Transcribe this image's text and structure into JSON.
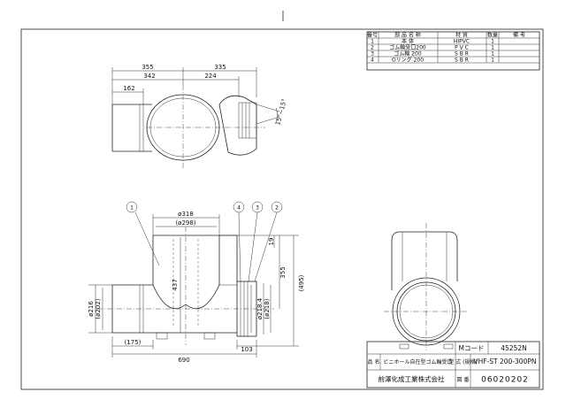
{
  "parts_table": {
    "headers": [
      "番号",
      "部 品 名 称",
      "材 質",
      "数量",
      "備 考"
    ],
    "rows": [
      [
        "1",
        "本 体",
        "HIPVC",
        "1",
        ""
      ],
      [
        "2",
        "ゴム輪受口200",
        "P V C",
        "1",
        ""
      ],
      [
        "3",
        "ゴム輪 200",
        "S B R",
        "1",
        ""
      ],
      [
        "4",
        "Oリング 200",
        "S B R",
        "1",
        ""
      ]
    ]
  },
  "dims_top": {
    "d355": "355",
    "d335": "335",
    "d342": "342",
    "d224": "224",
    "d162": "162",
    "angle": "15°~15°"
  },
  "dims_front": {
    "d318": "ø318",
    "d298": "(ø298)",
    "d437": "437",
    "d19": "19",
    "d355": "355",
    "d495": "(495)",
    "d216": "ø216",
    "d202": "(ø202)",
    "d2184": "ø218.4",
    "d218": "(ø218)",
    "d175": "(175)",
    "d690": "690",
    "d103": "103"
  },
  "balloons": [
    "1",
    "4",
    "3",
    "2"
  ],
  "title_block": {
    "code_label": "Mコード",
    "code_value": "45252N",
    "name_label": "品 名",
    "name_value": "ビニホール自在型ゴム輪受口",
    "model_label": "型 式 (規格)",
    "model_value": "VHF-ST 200-300PN",
    "company": "前澤化成工業株式会社",
    "drawing_label": "図 番",
    "drawing_value": "06020202"
  }
}
